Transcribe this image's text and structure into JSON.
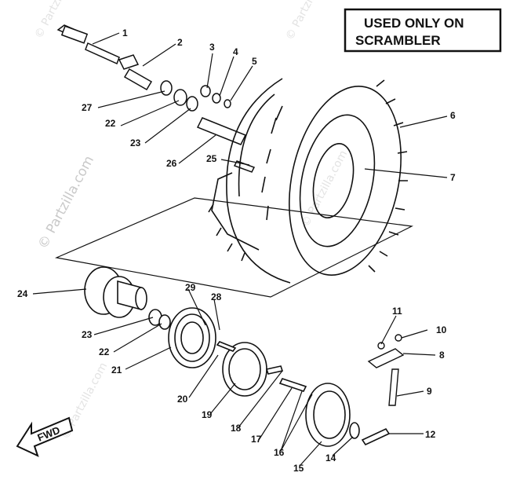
{
  "note_lines": [
    "USED ONLY ON",
    "SCRAMBLER"
  ],
  "watermark": "© Partzilla.com",
  "direction_label": "FWD",
  "callouts": [
    {
      "id": "p1",
      "text": "1"
    },
    {
      "id": "p2",
      "text": "2"
    },
    {
      "id": "p3",
      "text": "3"
    },
    {
      "id": "p4",
      "text": "4"
    },
    {
      "id": "p5",
      "text": "5"
    },
    {
      "id": "p6",
      "text": "6"
    },
    {
      "id": "p7",
      "text": "7"
    },
    {
      "id": "p8",
      "text": "8"
    },
    {
      "id": "p9",
      "text": "9"
    },
    {
      "id": "p10",
      "text": "10"
    },
    {
      "id": "p11",
      "text": "11"
    },
    {
      "id": "p12",
      "text": "12"
    },
    {
      "id": "p14",
      "text": "14"
    },
    {
      "id": "p15",
      "text": "15"
    },
    {
      "id": "p16",
      "text": "16"
    },
    {
      "id": "p17",
      "text": "17"
    },
    {
      "id": "p18",
      "text": "18"
    },
    {
      "id": "p19",
      "text": "19"
    },
    {
      "id": "p20",
      "text": "20"
    },
    {
      "id": "p21",
      "text": "21"
    },
    {
      "id": "p22a",
      "text": "22"
    },
    {
      "id": "p22b",
      "text": "22"
    },
    {
      "id": "p23a",
      "text": "23"
    },
    {
      "id": "p23b",
      "text": "23"
    },
    {
      "id": "p24",
      "text": "24"
    },
    {
      "id": "p25",
      "text": "25"
    },
    {
      "id": "p26",
      "text": "26"
    },
    {
      "id": "p27",
      "text": "27"
    },
    {
      "id": "p28",
      "text": "28"
    },
    {
      "id": "p29",
      "text": "29"
    }
  ]
}
